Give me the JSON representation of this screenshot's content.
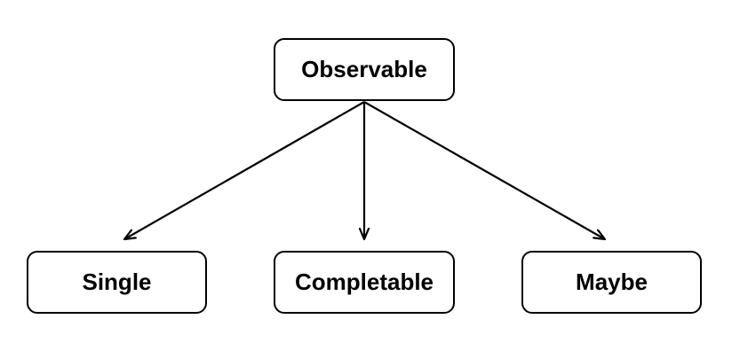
{
  "diagram": {
    "root": {
      "label": "Observable"
    },
    "children": [
      {
        "label": "Single"
      },
      {
        "label": "Completable"
      },
      {
        "label": "Maybe"
      }
    ],
    "colors": {
      "stroke": "#000000",
      "fill": "#ffffff",
      "text": "#000000"
    }
  }
}
